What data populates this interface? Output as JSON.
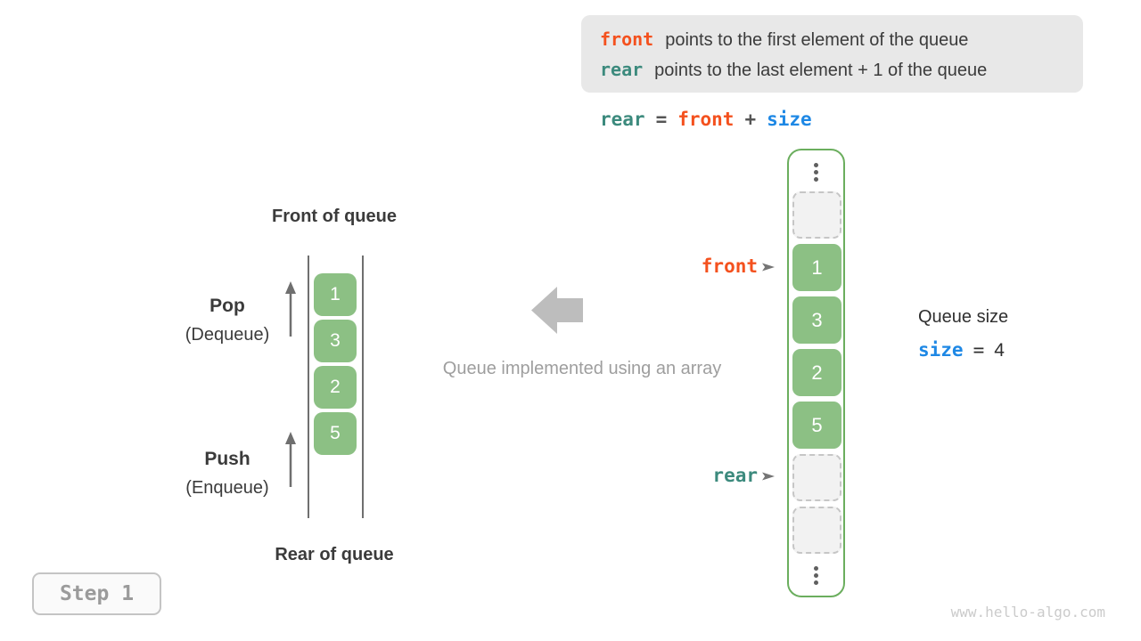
{
  "info_box": {
    "line1": {
      "keyword": "front",
      "text": "points to the first element of the queue"
    },
    "line2": {
      "keyword": "rear",
      "text": "points to the last element + 1 of the queue"
    }
  },
  "formula": {
    "rear": "rear",
    "eq": "=",
    "front": "front",
    "plus": "+",
    "size": "size"
  },
  "left_diagram": {
    "front_label": "Front of queue",
    "rear_label": "Rear of queue",
    "pop": {
      "title": "Pop",
      "subtitle": "(Dequeue)"
    },
    "push": {
      "title": "Push",
      "subtitle": "(Enqueue)"
    },
    "values": [
      "1",
      "3",
      "2",
      "5"
    ]
  },
  "middle": {
    "caption": "Queue implemented using an array"
  },
  "array_diagram": {
    "front_pointer": "front",
    "rear_pointer": "rear",
    "cells": [
      {
        "type": "empty",
        "value": ""
      },
      {
        "type": "filled",
        "value": "1"
      },
      {
        "type": "filled",
        "value": "3"
      },
      {
        "type": "filled",
        "value": "2"
      },
      {
        "type": "filled",
        "value": "5"
      },
      {
        "type": "empty",
        "value": ""
      },
      {
        "type": "empty",
        "value": ""
      }
    ]
  },
  "queue_size": {
    "label": "Queue size",
    "var": "size",
    "eq": "=",
    "value": "4"
  },
  "step_badge": "Step 1",
  "watermark": "www.hello-algo.com",
  "colors": {
    "front_color": "#f4511e",
    "rear_color": "#3c8a7d",
    "size_color": "#1e88e5",
    "cell_green": "#8cc084",
    "border_green": "#6bae5e"
  }
}
